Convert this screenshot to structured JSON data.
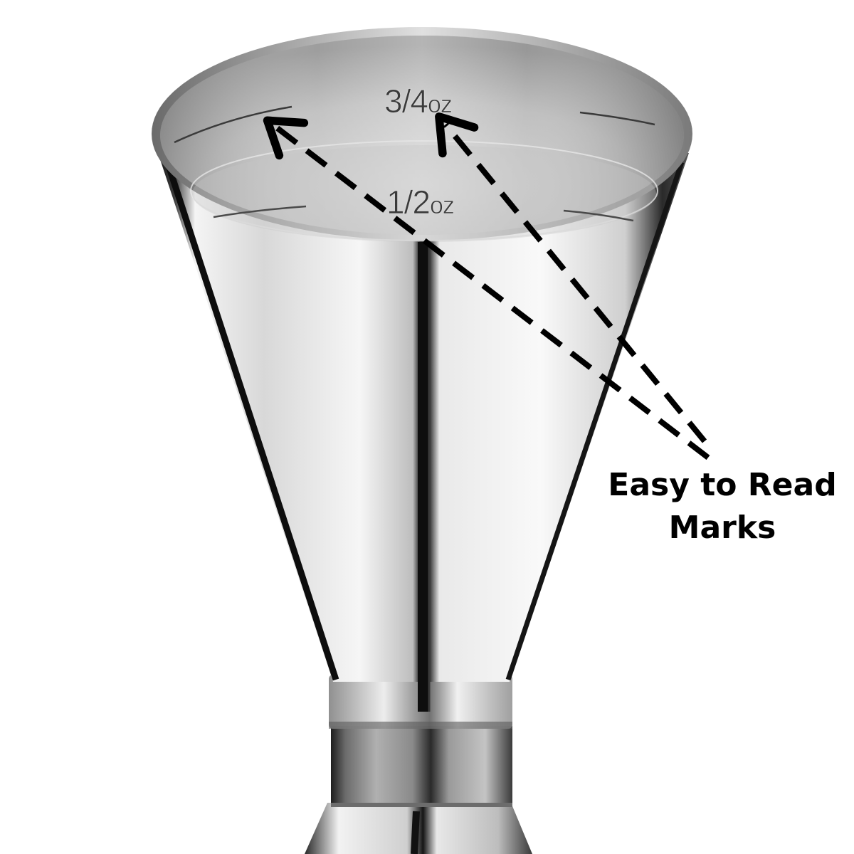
{
  "marks": {
    "upper": {
      "value": "3/4",
      "unit": "oz"
    },
    "lower": {
      "value": "1/2",
      "unit": "oz"
    }
  },
  "callout": {
    "line1": "Easy to Read",
    "line2": "Marks"
  },
  "colors": {
    "background": "#ffffff",
    "steel_dark": "#2a2a2a",
    "steel_mid": "#9a9a9a",
    "steel_light": "#f2f2f2",
    "arrow": "#000000",
    "text": "#000000"
  }
}
